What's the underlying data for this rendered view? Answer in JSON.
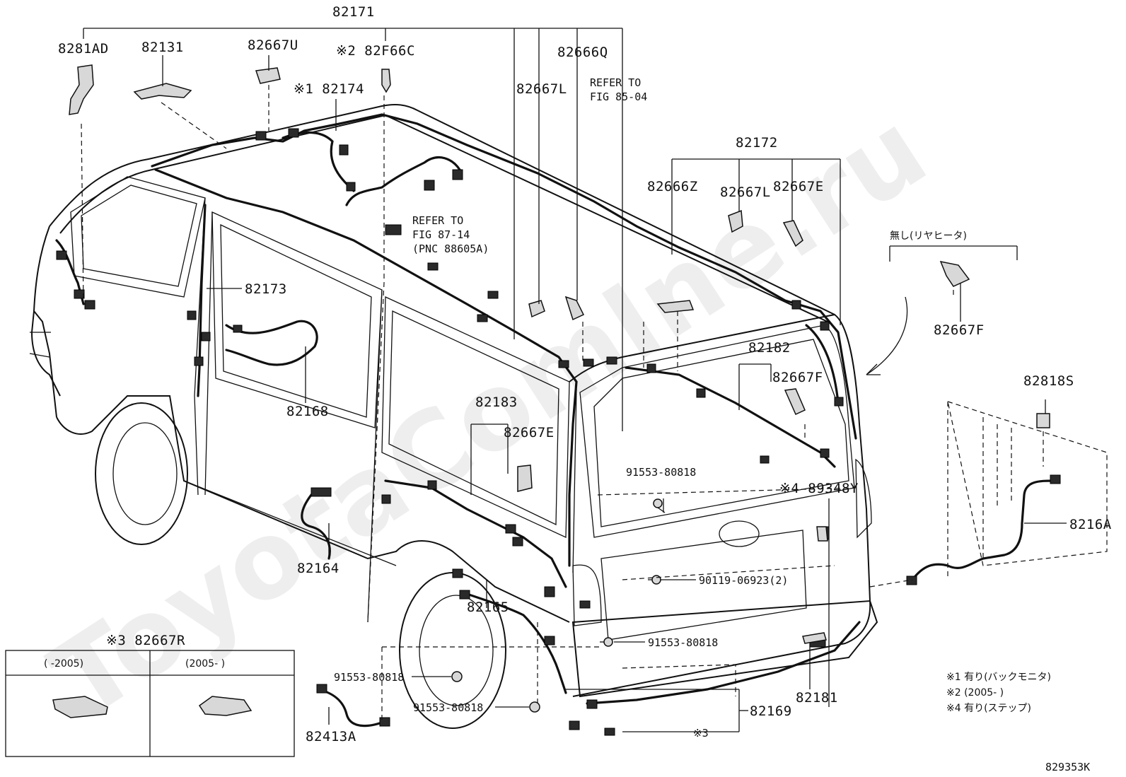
{
  "watermark": "ToyotaComIne.ru",
  "diagram_code": "829353K",
  "labels": {
    "p82171": "82171",
    "p8281AD": "8281AD",
    "p82131": "82131",
    "p82667U": "82667U",
    "p82F66C": "※2 82F66C",
    "p82174": "※1 82174",
    "p82666Q": "82666Q",
    "p82667L_top": "82667L",
    "refer1_a": "REFER TO",
    "refer1_b": "FIG 85-04",
    "refer2_a": "REFER TO",
    "refer2_b": "FIG 87-14",
    "refer2_c": "(PNC 88605A)",
    "p82172": "82172",
    "p82666Z": "82666Z",
    "p82667L_r": "82667L",
    "p82667E_r": "82667E",
    "nashi": "無し(リヤヒータ)",
    "p82667F_r": "82667F",
    "p82173": "82173",
    "p82168": "82168",
    "p82182": "82182",
    "p82667F_m": "82667F",
    "p82183": "82183",
    "p82667E_m": "82667E",
    "p91553_a": "91553-80818",
    "p89348Y": "※4 89348Y",
    "p82818S": "82818S",
    "p8216A": "8216A",
    "p82164": "82164",
    "p90119": "90119-06923(2)",
    "p82165": "82165",
    "p91553_b": "91553-80818",
    "p82667R": "※3 82667R",
    "p91553_c": "91553-80818",
    "p91553_d": "91553-80818",
    "p82169": "82169",
    "p82181": "82181",
    "p82413A": "82413A",
    "note3": "※3",
    "inset_left": "(    -2005)",
    "inset_right": "(2005-      )",
    "foot1": "※1 有り(バックモニタ)",
    "foot2": "※2 (2005-      )",
    "foot3": "※4 有り(ステップ)"
  }
}
